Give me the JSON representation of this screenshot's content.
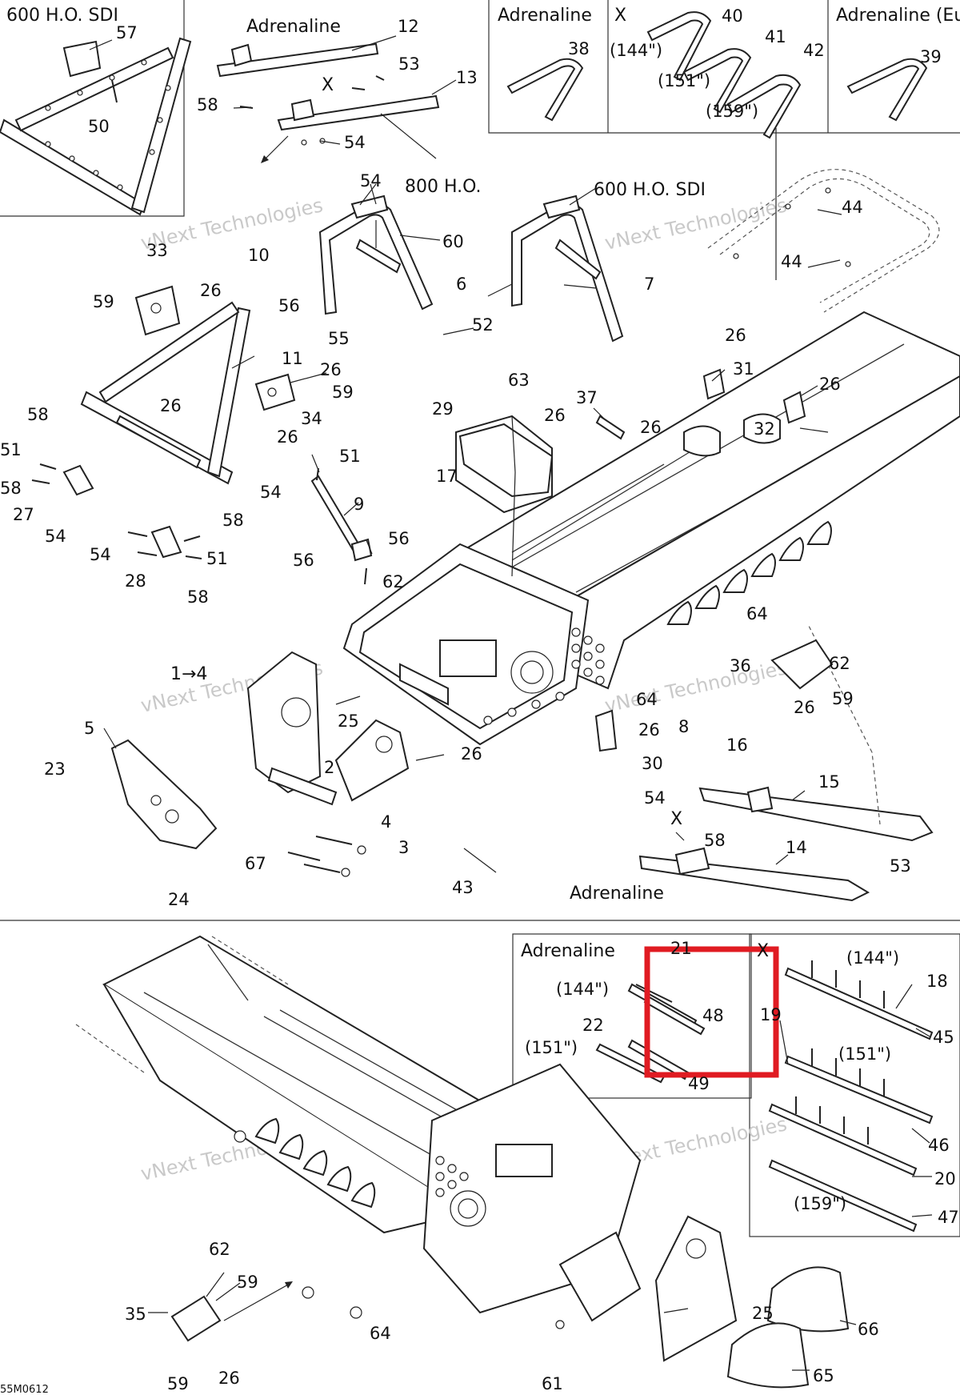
{
  "diagram": {
    "drawing_code": "55M0612",
    "variants": [
      "600 H.O. SDI",
      "800 H.O.",
      "600 H.O. SDI",
      "Adrenaline",
      "Adrenaline",
      "Adrenaline",
      "Adrenaline",
      "Adrenaline (Europe)"
    ],
    "sizes": [
      "(144\")",
      "(151\")",
      "(159\")"
    ],
    "marks": [
      "X",
      "1→4"
    ],
    "watermark": "vNext Technologies",
    "part_numbers": [
      "2",
      "3",
      "4",
      "5",
      "6",
      "7",
      "8",
      "9",
      "10",
      "11",
      "12",
      "13",
      "14",
      "15",
      "16",
      "17",
      "18",
      "19",
      "20",
      "21",
      "22",
      "23",
      "24",
      "25",
      "26",
      "27",
      "28",
      "29",
      "30",
      "31",
      "32",
      "33",
      "34",
      "35",
      "36",
      "37",
      "38",
      "39",
      "40",
      "41",
      "42",
      "43",
      "44",
      "45",
      "46",
      "47",
      "48",
      "49",
      "50",
      "51",
      "52",
      "53",
      "54",
      "55",
      "56",
      "57",
      "58",
      "59",
      "60",
      "61",
      "62",
      "63",
      "64",
      "65",
      "66",
      "67"
    ],
    "highlight_color": "#e01b22"
  }
}
